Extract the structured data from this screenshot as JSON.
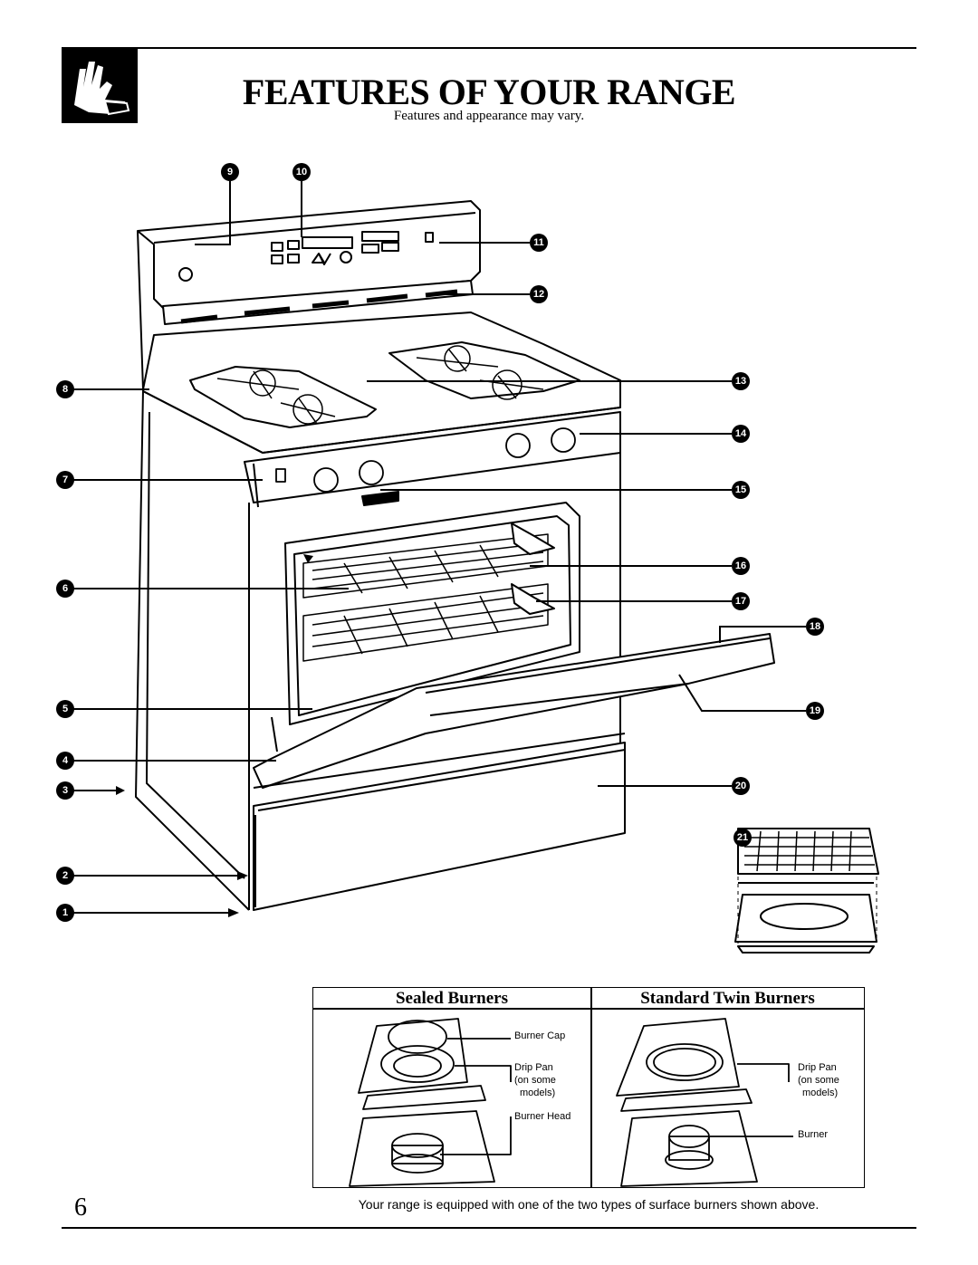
{
  "header": {
    "title": "FEATURES OF YOUR RANGE",
    "subtitle": "Features and appearance may vary.",
    "logo_icon": "pointing-hand-icon"
  },
  "range_diagram": {
    "callouts": [
      "1",
      "2",
      "3",
      "4",
      "5",
      "6",
      "7",
      "8",
      "9",
      "10",
      "11",
      "12",
      "13",
      "14",
      "15",
      "16",
      "17",
      "18",
      "19",
      "20",
      "21"
    ]
  },
  "burner_table": {
    "sealed": {
      "heading": "Sealed Burners",
      "labels": {
        "burner_cap": "Burner Cap",
        "drip_pan_line1": "Drip Pan",
        "drip_pan_line2": "(on some",
        "drip_pan_line3": "models)",
        "burner_head": "Burner Head"
      }
    },
    "twin": {
      "heading": "Standard Twin Burners",
      "labels": {
        "drip_pan_line1": "Drip Pan",
        "drip_pan_line2": "(on some",
        "drip_pan_line3": "models)",
        "burner": "Burner"
      }
    }
  },
  "footer": {
    "page_number": "6",
    "caption": "Your range is equipped with one of the two types of surface burners shown above."
  }
}
